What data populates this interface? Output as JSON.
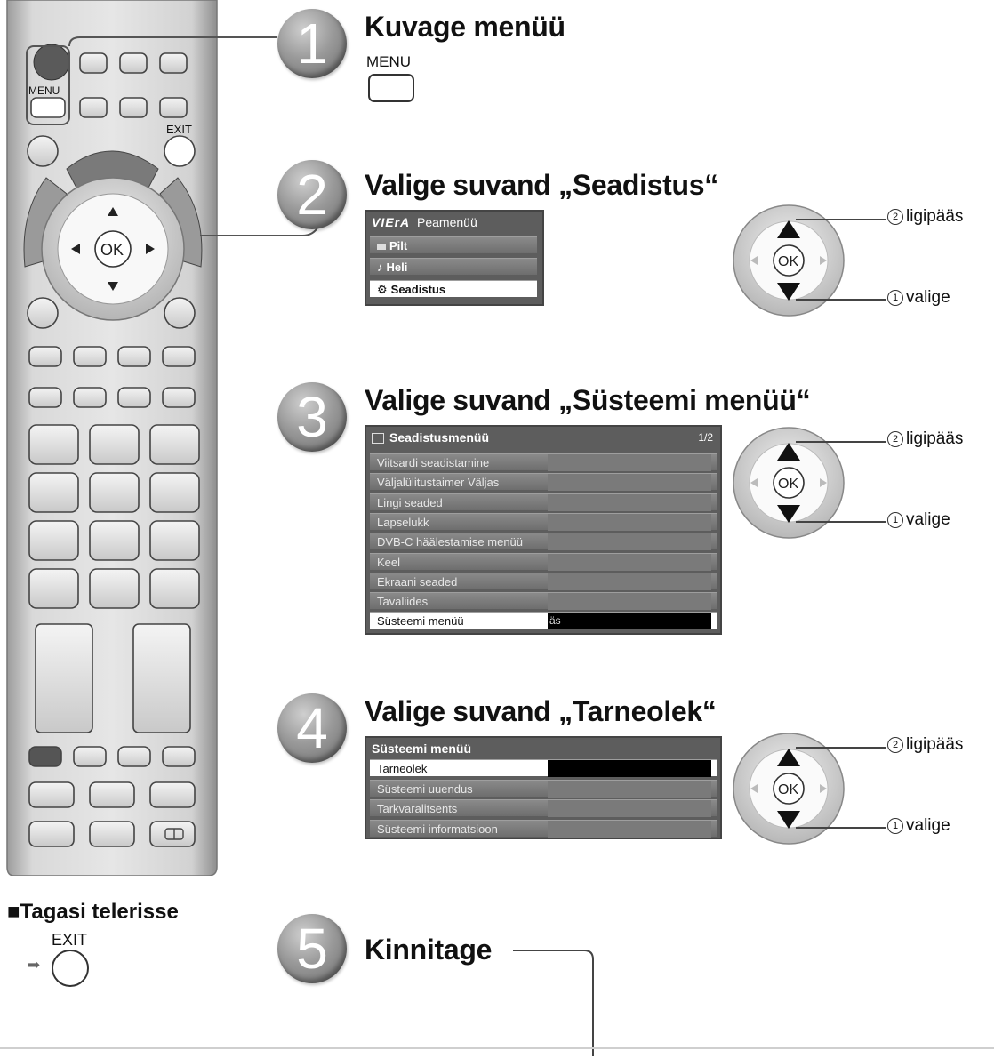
{
  "remote": {
    "menu_label": "MENU",
    "exit_label": "EXIT",
    "ok_label": "OK"
  },
  "steps": [
    {
      "number": "1",
      "title": "Kuvage menüü",
      "key_label": "MENU"
    },
    {
      "number": "2",
      "title": "Valige suvand „Seadistus“"
    },
    {
      "number": "3",
      "title": "Valige suvand „Süsteemi menüü“"
    },
    {
      "number": "4",
      "title": "Valige suvand „Tarneolek“"
    },
    {
      "number": "5",
      "title": "Kinnitage"
    }
  ],
  "main_menu": {
    "brand": "VIErA",
    "title": "Peamenüü",
    "items": [
      "Pilt",
      "Heli",
      "Seadistus"
    ],
    "selected_index": 2
  },
  "setup_menu": {
    "title": "Seadistusmenüü",
    "page": "1/2",
    "items": [
      "Viitsardi seadistamine",
      "Väljalülitustaimer Väljas",
      "Lingi seaded",
      "Lapselukk",
      "DVB-C häälestamise menüü",
      "Keel",
      "Ekraani seaded",
      "Tavaliides",
      "Süsteemi menüü"
    ],
    "selected_value": "äs",
    "selected_index": 8
  },
  "system_menu": {
    "title": "Süsteemi menüü",
    "items": [
      "Tarneolek",
      "Süsteemi uuendus",
      "Tarkvaralitsents",
      "Süsteemi informatsioon"
    ],
    "selected_index": 0
  },
  "ok_pad": {
    "ok_label": "OK",
    "access_num": "2",
    "access_label": "ligipääs",
    "select_num": "1",
    "select_label": "valige"
  },
  "return": {
    "title": "■Tagasi telerisse",
    "key_label": "EXIT"
  }
}
